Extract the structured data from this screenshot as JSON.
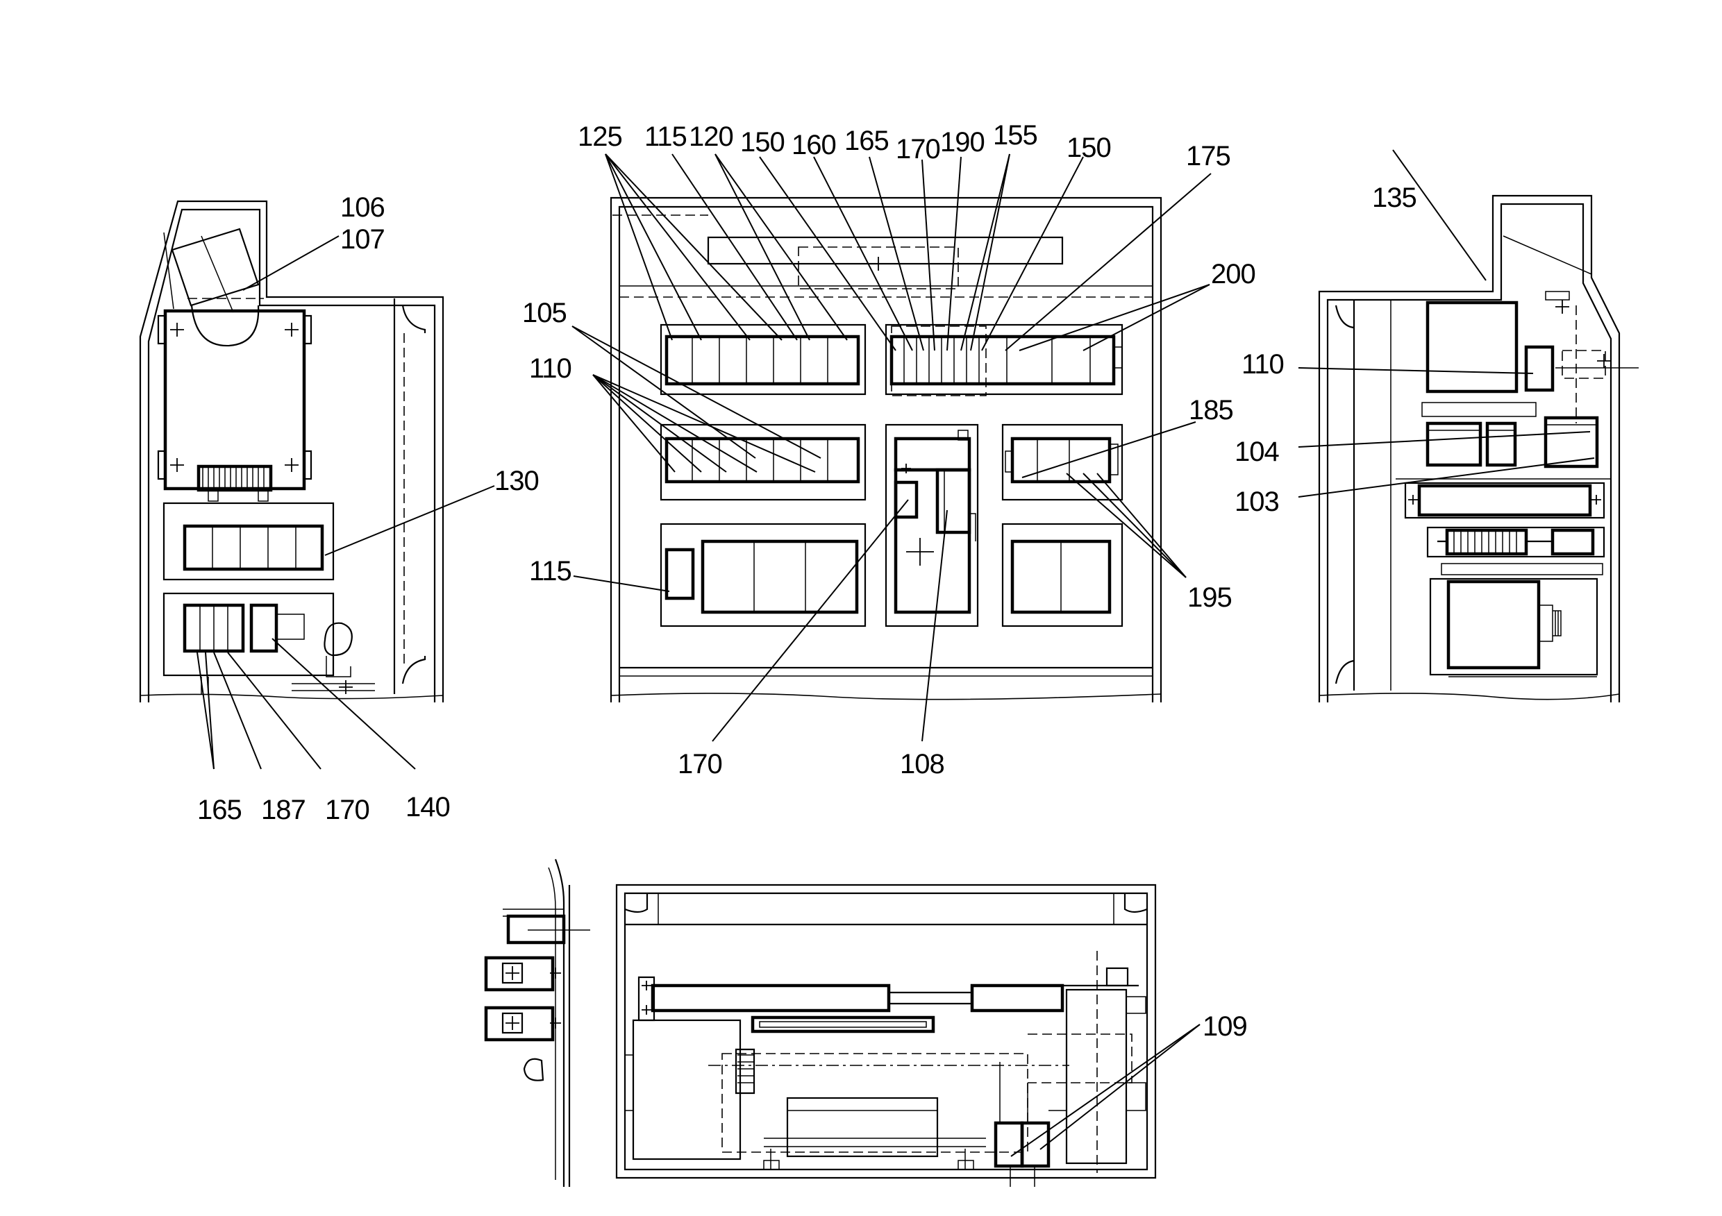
{
  "labels": {
    "l106": "106",
    "l107": "107",
    "l130": "130",
    "l165a": "165",
    "l187": "187",
    "l170a": "170",
    "l140": "140",
    "l125": "125",
    "l115a": "115",
    "l120": "120",
    "l150a": "150",
    "l160": "160",
    "l165b": "165",
    "l170b": "170",
    "l190": "190",
    "l155": "155",
    "l150b": "150",
    "l175": "175",
    "l200": "200",
    "l105": "105",
    "l110a": "110",
    "l185": "185",
    "l115b": "115",
    "l195": "195",
    "l170c": "170",
    "l108": "108",
    "l135": "135",
    "l110b": "110",
    "l104": "104",
    "l103": "103",
    "l109": "109"
  }
}
